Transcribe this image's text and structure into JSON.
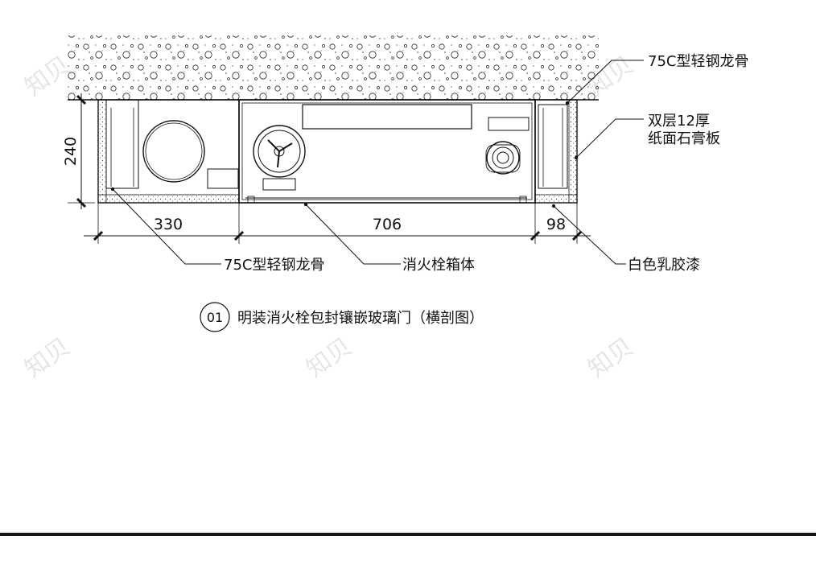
{
  "labels": {
    "top_right_1": "75C型轻钢龙骨",
    "right_2_line1": "双层12厚",
    "right_2_line2": "纸面石膏板",
    "bottom_left": "75C型轻钢龙骨",
    "bottom_mid": "消火栓箱体",
    "bottom_right": "白色乳胶漆"
  },
  "dimensions": {
    "height": "240",
    "left": "330",
    "middle": "706",
    "right": "98"
  },
  "caption": {
    "number": "01",
    "text": "明装消火栓包封镶嵌玻璃门（横剖图）"
  },
  "watermark": "知贝"
}
